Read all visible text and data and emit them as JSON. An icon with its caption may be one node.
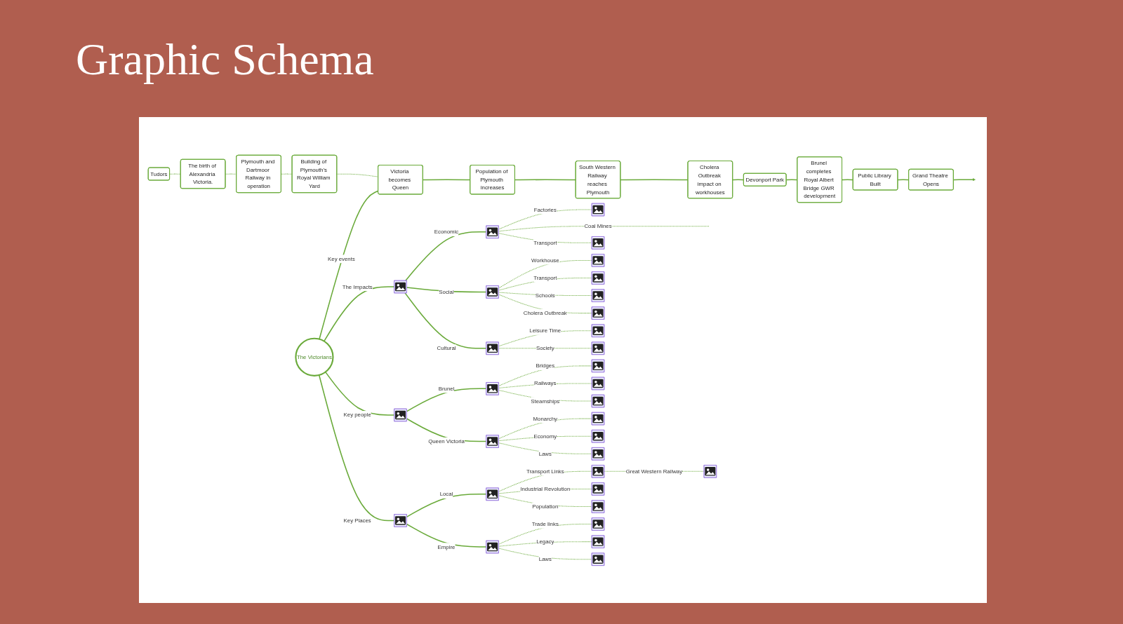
{
  "diagram": {
    "title": "Graphic Schema",
    "nodes": [
      {
        "text": [
          "Tudors"
        ]
      },
      {
        "text": [
          "The birth of Alexandria Victoria."
        ]
      },
      {
        "text": [
          "Plymouth and Dartmoor Railway in operation"
        ]
      },
      {
        "text": [
          "Building of Plymouth's Royal William Yard"
        ]
      },
      {
        "text": [
          "Victoria becomes Queen"
        ]
      },
      {
        "text": [
          "Population of Plymouth increases"
        ]
      },
      {
        "text": [
          "South Western Railway reaches Plymouth"
        ]
      },
      {
        "text": [
          "Cholera Outbreak impact on workhouses"
        ]
      },
      {
        "text": [
          "Devonport Park"
        ]
      },
      {
        "text": [
          "Brunel completes Royal Albert Bridge GWR development"
        ]
      },
      {
        "text": [
          "Public Library Built"
        ]
      },
      {
        "text": [
          "Grand Theatre Opens"
        ]
      },
      {
        "text": [
          "The Victorians"
        ]
      },
      {
        "text": [],
        "shape": "picture"
      },
      {
        "text": [],
        "shape": "picture"
      },
      {
        "text": [],
        "shape": "picture"
      },
      {
        "text": [],
        "shape": "picture"
      },
      {
        "text": [],
        "shape": "picture"
      },
      {
        "text": [],
        "shape": "picture"
      },
      {
        "text": [],
        "shape": "picture"
      },
      {
        "text": [],
        "shape": "picture"
      },
      {
        "text": [],
        "shape": "picture"
      },
      {
        "text": [],
        "shape": "picture"
      },
      {
        "text": [],
        "shape": "picture"
      },
      {
        "text": [],
        "shape": "picture"
      },
      {
        "text": [],
        "shape": "picture"
      },
      {
        "text": [],
        "shape": "picture"
      },
      {
        "text": [],
        "shape": "picture"
      },
      {
        "text": [],
        "shape": "picture"
      },
      {
        "text": [],
        "shape": "picture"
      },
      {
        "text": [],
        "shape": "picture"
      },
      {
        "text": [],
        "shape": "picture"
      },
      {
        "text": [],
        "shape": "picture"
      },
      {
        "text": [],
        "shape": "picture"
      },
      {
        "text": [],
        "shape": "picture"
      },
      {
        "text": [],
        "shape": "picture"
      },
      {
        "text": [],
        "shape": "picture"
      },
      {
        "text": [],
        "shape": "picture"
      },
      {
        "text": [],
        "shape": "picture"
      },
      {
        "text": [],
        "shape": "picture"
      },
      {
        "text": [],
        "shape": "picture"
      },
      {
        "text": [],
        "shape": "picture"
      },
      {
        "text": [],
        "shape": "picture"
      },
      {
        "text": [],
        "shape": "picture"
      }
    ],
    "edges": [
      {
        "from": 0,
        "to": 1,
        "arrow": "none",
        "style": "dashed"
      },
      {
        "from": 1,
        "to": 2,
        "arrow": "none",
        "style": "dashed"
      },
      {
        "from": 2,
        "to": 3,
        "arrow": "none",
        "style": "dashed"
      },
      {
        "from": 3,
        "to": 4,
        "arrow": "none",
        "style": "dashed"
      },
      {
        "from": 4,
        "to": 5,
        "arrow": "none"
      },
      {
        "from": 5,
        "to": 6,
        "arrow": "none"
      },
      {
        "from": 6,
        "to": 7,
        "arrow": "none"
      },
      {
        "from": 7,
        "to": 8,
        "arrow": "none"
      },
      {
        "from": 8,
        "to": 9,
        "arrow": "none"
      },
      {
        "from": 9,
        "to": 10,
        "arrow": "none"
      },
      {
        "from": 10,
        "to": 11,
        "arrow": "none"
      },
      {
        "from": 11,
        "to": null,
        "arrow": "to"
      },
      {
        "from": 12,
        "to": 4,
        "label": "Key events",
        "arrow": "none"
      },
      {
        "from": 12,
        "to": 13,
        "label": "The Impacts",
        "arrow": "none"
      },
      {
        "from": 13,
        "to": 14,
        "label": "Economic",
        "arrow": "none"
      },
      {
        "from": 14,
        "to": 15,
        "label": "Factories",
        "arrow": "none",
        "style": "dashed"
      },
      {
        "from": 14,
        "to": null,
        "label": "Coal Mines",
        "arrow": "none",
        "style": "dashed"
      },
      {
        "from": 14,
        "to": 16,
        "label": "Transport",
        "arrow": "none",
        "style": "dashed"
      },
      {
        "from": 13,
        "to": 17,
        "label": "Social",
        "arrow": "none"
      },
      {
        "from": 17,
        "to": 18,
        "label": "Workhouse",
        "arrow": "none",
        "style": "dashed"
      },
      {
        "from": 17,
        "to": 19,
        "label": "Transport",
        "arrow": "none",
        "style": "dashed"
      },
      {
        "from": 17,
        "to": 20,
        "label": "Schools",
        "arrow": "none",
        "style": "dashed"
      },
      {
        "from": 17,
        "to": 21,
        "label": "Cholera Outbreak",
        "arrow": "none",
        "style": "dashed"
      },
      {
        "from": 13,
        "to": 22,
        "label": "Cultural",
        "arrow": "none"
      },
      {
        "from": 22,
        "to": 23,
        "label": "Leisure Time",
        "arrow": "none",
        "style": "dashed"
      },
      {
        "from": 22,
        "to": 24,
        "label": "Society",
        "arrow": "none",
        "style": "dashed"
      },
      {
        "from": 12,
        "to": 25,
        "label": "Key people",
        "arrow": "none"
      },
      {
        "from": 25,
        "to": 26,
        "label": "Brunel",
        "arrow": "none"
      },
      {
        "from": 26,
        "to": 27,
        "label": "Bridges",
        "arrow": "none",
        "style": "dashed"
      },
      {
        "from": 26,
        "to": 28,
        "label": "Railways",
        "arrow": "none",
        "style": "dashed"
      },
      {
        "from": 26,
        "to": 29,
        "label": "Steamships",
        "arrow": "none",
        "style": "dashed"
      },
      {
        "from": 25,
        "to": 30,
        "label": "Queen Victoria",
        "arrow": "none"
      },
      {
        "from": 30,
        "to": 31,
        "label": "Monarchy",
        "arrow": "none",
        "style": "dashed"
      },
      {
        "from": 30,
        "to": 32,
        "label": "Economy",
        "arrow": "none",
        "style": "dashed"
      },
      {
        "from": 30,
        "to": 33,
        "label": "Laws",
        "arrow": "none",
        "style": "dashed"
      },
      {
        "from": 12,
        "to": 34,
        "label": "Key Places",
        "arrow": "none"
      },
      {
        "from": 34,
        "to": 35,
        "label": "Local",
        "arrow": "none"
      },
      {
        "from": 35,
        "to": 36,
        "label": "Transport Links",
        "arrow": "none",
        "style": "dashed"
      },
      {
        "from": 36,
        "to": 37,
        "label": "Great Western Railway",
        "arrow": "none",
        "style": "dashed"
      },
      {
        "from": 35,
        "to": 38,
        "label": "Industrial Revolution",
        "arrow": "none",
        "style": "dashed"
      },
      {
        "from": 35,
        "to": 39,
        "label": "Population",
        "arrow": "none",
        "style": "dashed"
      },
      {
        "from": 34,
        "to": 40,
        "label": "Empire",
        "arrow": "none"
      },
      {
        "from": 40,
        "to": 41,
        "label": "Trade links",
        "arrow": "none",
        "style": "dashed"
      },
      {
        "from": 40,
        "to": 42,
        "label": "Legacy",
        "arrow": "none",
        "style": "dashed"
      },
      {
        "from": 40,
        "to": 43,
        "label": "Laws",
        "arrow": "none",
        "style": "dashed"
      }
    ]
  }
}
